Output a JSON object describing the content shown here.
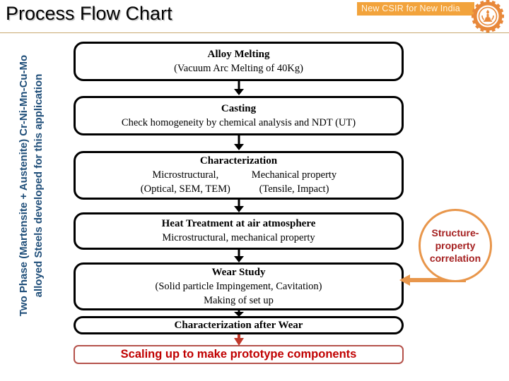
{
  "header": {
    "title": "Process Flow Chart",
    "banner_text": "New CSIR for New India",
    "banner_color": "#F2A33C",
    "logo_name": "csir-gear-logo",
    "rule_color": "#C9A870"
  },
  "sidebar": {
    "line1": "Two Phase (Martensite + Austenite) Cr-Ni-Mn-Cu-Mo",
    "line2": "alloyed Steels developed for this application",
    "color": "#1F4E79"
  },
  "flow": {
    "boxes": [
      {
        "id": "alloy-melting",
        "title": "Alloy Melting",
        "subtitle": "(Vacuum Arc Melting of 40Kg)"
      },
      {
        "id": "casting",
        "title": "Casting",
        "subtitle": "Check homogeneity by chemical analysis and NDT (UT)"
      },
      {
        "id": "characterization",
        "title": "Characterization",
        "col_left_line1": "Microstructural,",
        "col_left_line2": "(Optical, SEM, TEM)",
        "col_right_line1": "Mechanical property",
        "col_right_line2": "(Tensile, Impact)"
      },
      {
        "id": "heat-treatment",
        "title": "Heat Treatment at air atmosphere",
        "subtitle": "Microstructural, mechanical property"
      },
      {
        "id": "wear-study",
        "title": "Wear Study",
        "subtitle_line1": "(Solid particle Impingement, Cavitation)",
        "subtitle_line2": "Making of set up"
      },
      {
        "id": "characterization-after-wear",
        "title": "Characterization after Wear"
      },
      {
        "id": "scaling-up",
        "title": "Scaling up to make prototype components",
        "color": "#C00000",
        "border_color": "#B5524B"
      }
    ],
    "arrow_color": "#000000",
    "final_arrow_color": "#C00000"
  },
  "callout": {
    "line1": "Structure-",
    "line2": "property",
    "line3": "correlation",
    "text_color": "#A52020",
    "outline_color": "#E8964B",
    "connector_color": "#E8964B"
  }
}
